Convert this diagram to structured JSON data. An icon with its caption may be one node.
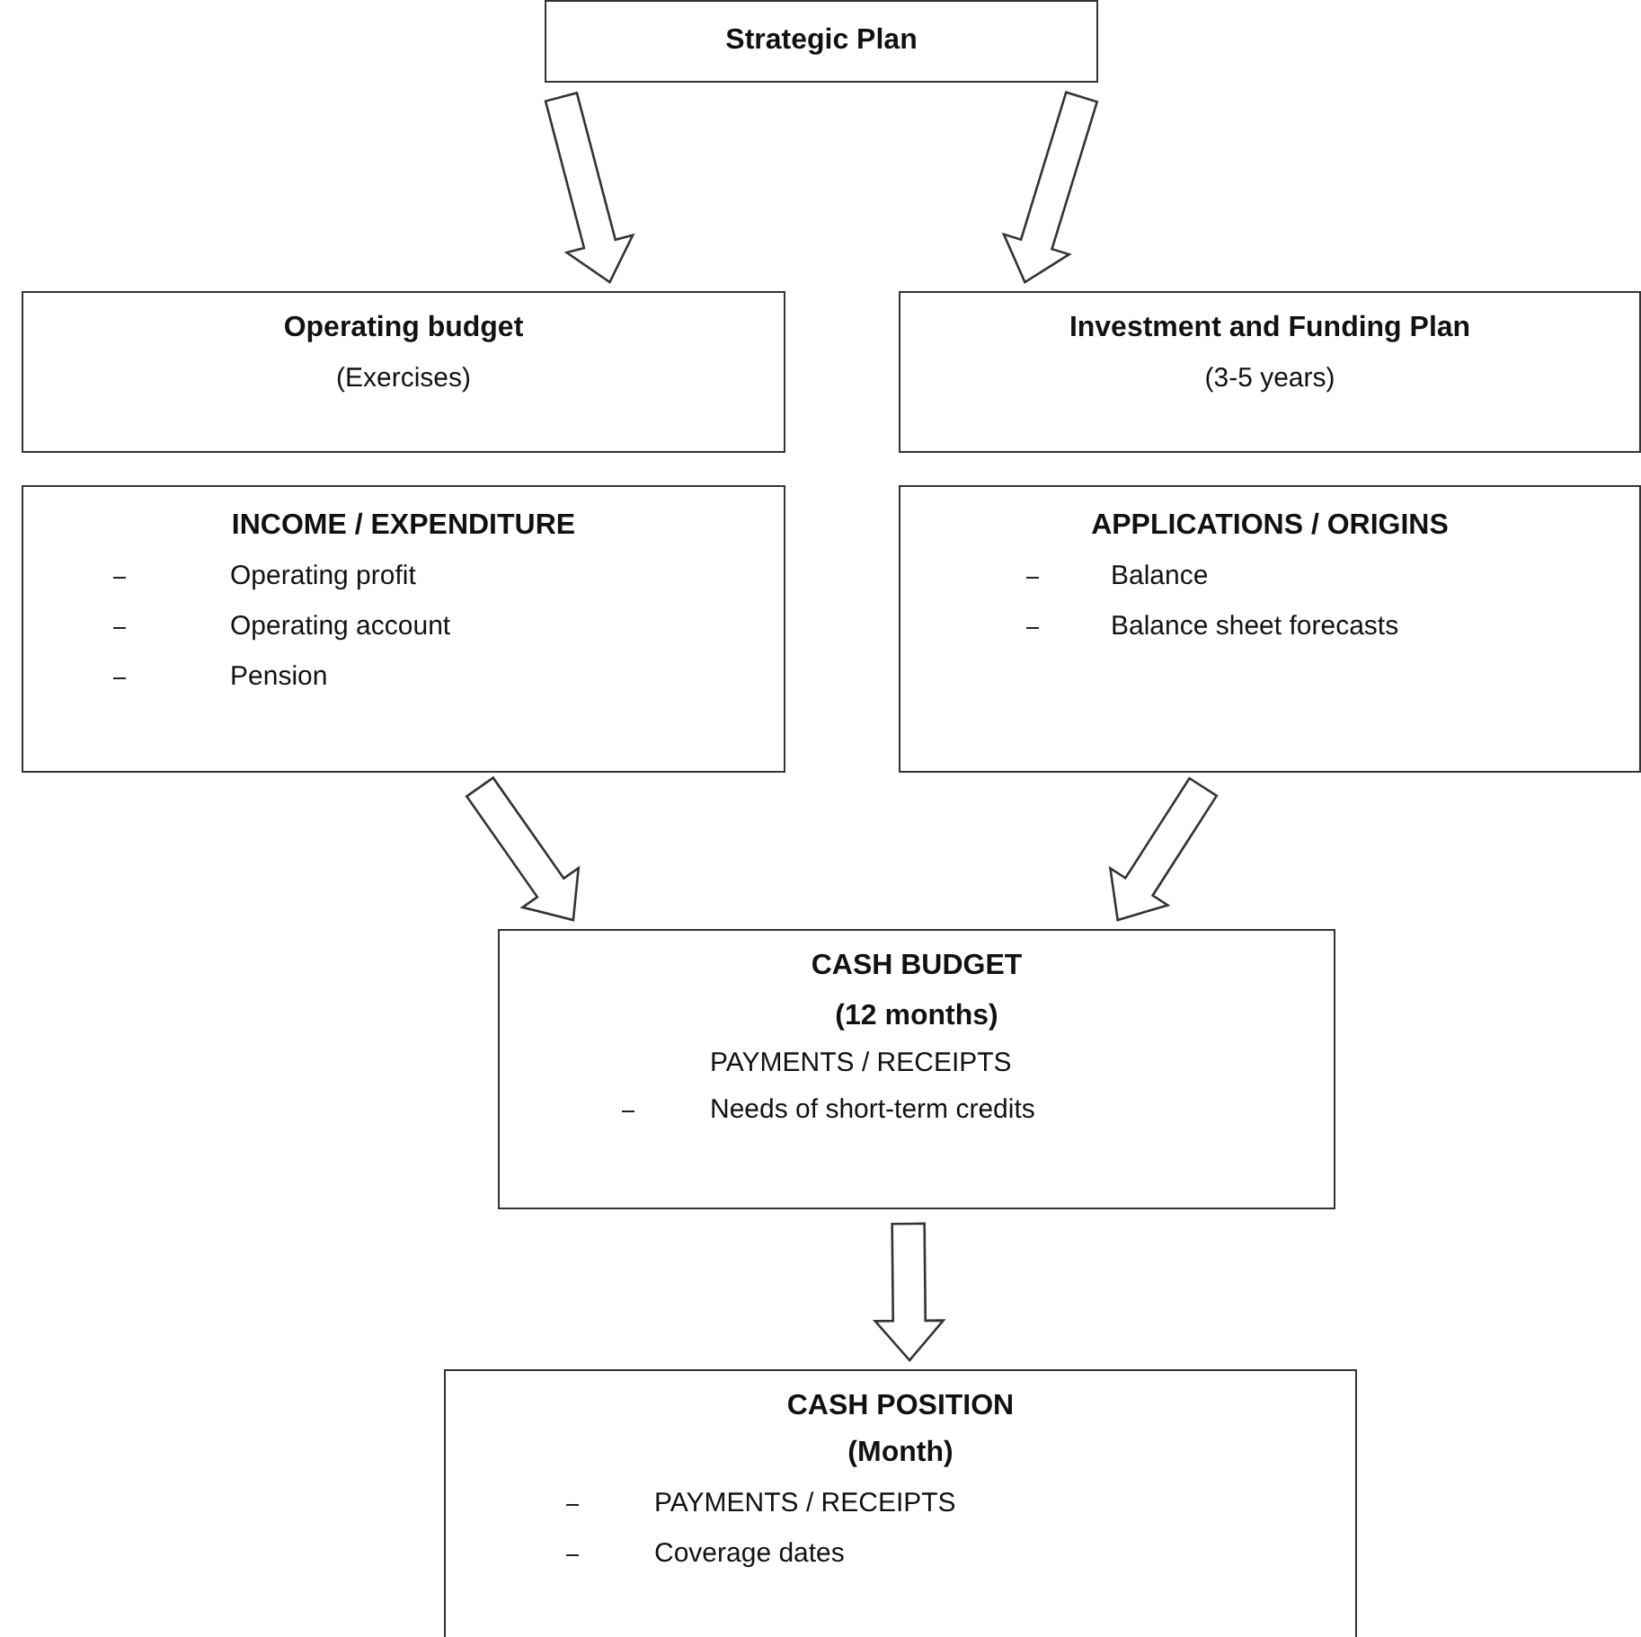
{
  "diagram": {
    "nodes": [
      {
        "text": [
          "Strategic Plan"
        ]
      },
      {
        "text": [
          "Operating budget",
          "(Exercises)"
        ]
      },
      {
        "text": [
          "Investment and Funding Plan",
          "(3-5 years)"
        ]
      },
      {
        "text": [
          "INCOME / EXPENDITURE",
          "Operating profit",
          "Operating account",
          "Pension"
        ]
      },
      {
        "text": [
          "APPLICATIONS / ORIGINS",
          "Balance",
          "Balance sheet forecasts"
        ]
      },
      {
        "text": [
          "CASH BUDGET",
          "(12 months)",
          "PAYMENTS / RECEIPTS",
          "Needs of short-term credits"
        ]
      },
      {
        "text": [
          "CASH POSITION",
          "(Month)",
          "PAYMENTS / RECEIPTS",
          "Coverage dates"
        ]
      }
    ],
    "edges": [
      {
        "from": 0,
        "to": 1,
        "arrow": "to"
      },
      {
        "from": 0,
        "to": 2,
        "arrow": "to"
      },
      {
        "from": 3,
        "to": 5,
        "arrow": "to"
      },
      {
        "from": 4,
        "to": 5,
        "arrow": "to"
      },
      {
        "from": 5,
        "to": 6,
        "arrow": "to"
      }
    ]
  }
}
